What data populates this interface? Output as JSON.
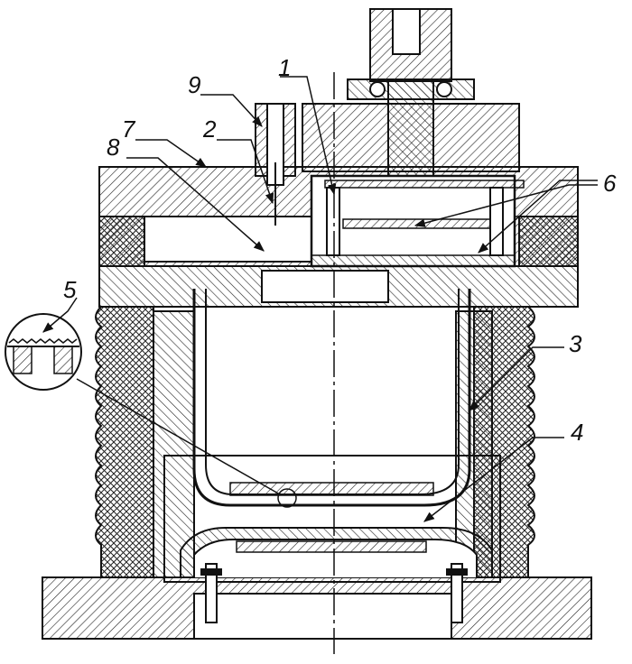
{
  "callouts": [
    {
      "id": "1",
      "text": "1"
    },
    {
      "id": "2",
      "text": "2"
    },
    {
      "id": "3",
      "text": "3"
    },
    {
      "id": "4",
      "text": "4"
    },
    {
      "id": "5",
      "text": "5"
    },
    {
      "id": "6",
      "text": "6"
    },
    {
      "id": "7",
      "text": "7"
    },
    {
      "id": "8",
      "text": "8"
    },
    {
      "id": "9",
      "text": "9"
    }
  ],
  "colors": {
    "line": "#111111",
    "hatch": "#222222",
    "paper": "#ffffff"
  }
}
